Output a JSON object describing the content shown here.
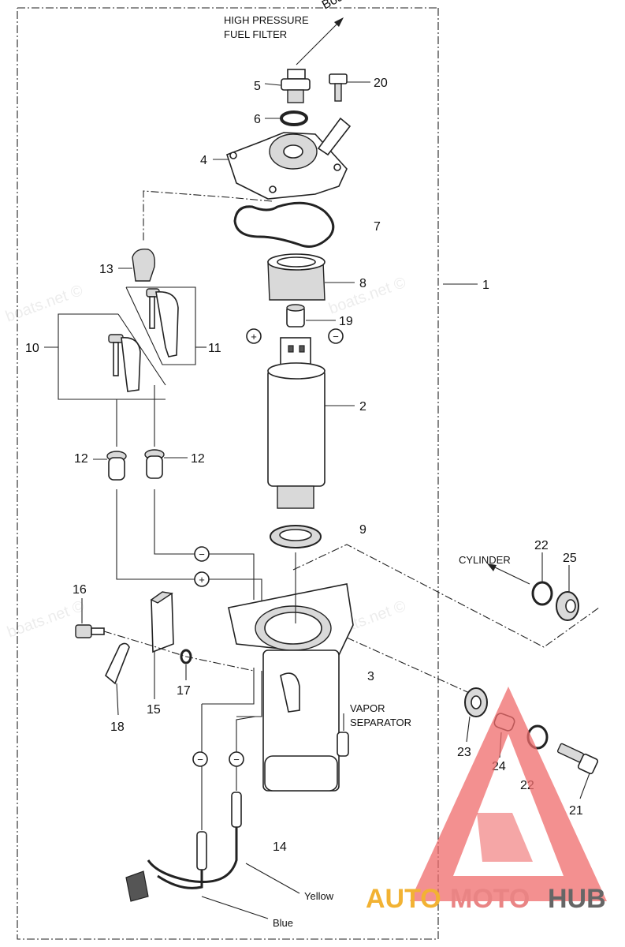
{
  "header": {
    "cut_text": "Boa",
    "destination_line1": "HIGH PRESSURE",
    "destination_line2": "FUEL  FILTER"
  },
  "watermark": "boats.net ©",
  "annotations": {
    "cylinder": "CYLINDER",
    "vapor_line1": "VAPOR",
    "vapor_line2": "SEPARATOR",
    "wire_yellow": "Yellow",
    "wire_blue": "Blue"
  },
  "parts": {
    "p1": "1",
    "p2": "2",
    "p3": "3",
    "p4": "4",
    "p5": "5",
    "p6": "6",
    "p7": "7",
    "p8": "8",
    "p9": "9",
    "p10": "10",
    "p11": "11",
    "p12a": "12",
    "p12b": "12",
    "p13": "13",
    "p14": "14",
    "p15": "15",
    "p16": "16",
    "p17": "17",
    "p18": "18",
    "p19": "19",
    "p20": "20",
    "p21": "21",
    "p22a": "22",
    "p22b": "22",
    "p23": "23",
    "p24": "24",
    "p25": "25"
  },
  "polarity": {
    "plus_a": "+",
    "minus_a": "−",
    "plus_b": "+",
    "minus_b": "−",
    "minus_c": "−",
    "minus_d": "−"
  },
  "logo": {
    "part1": "AUTO",
    "part2": "MOTO",
    "part3": "HUB",
    "colors": {
      "auto": "#f2b233",
      "moto": "#e98484",
      "hub": "#666666",
      "triangle": "#ef6b6b"
    }
  }
}
